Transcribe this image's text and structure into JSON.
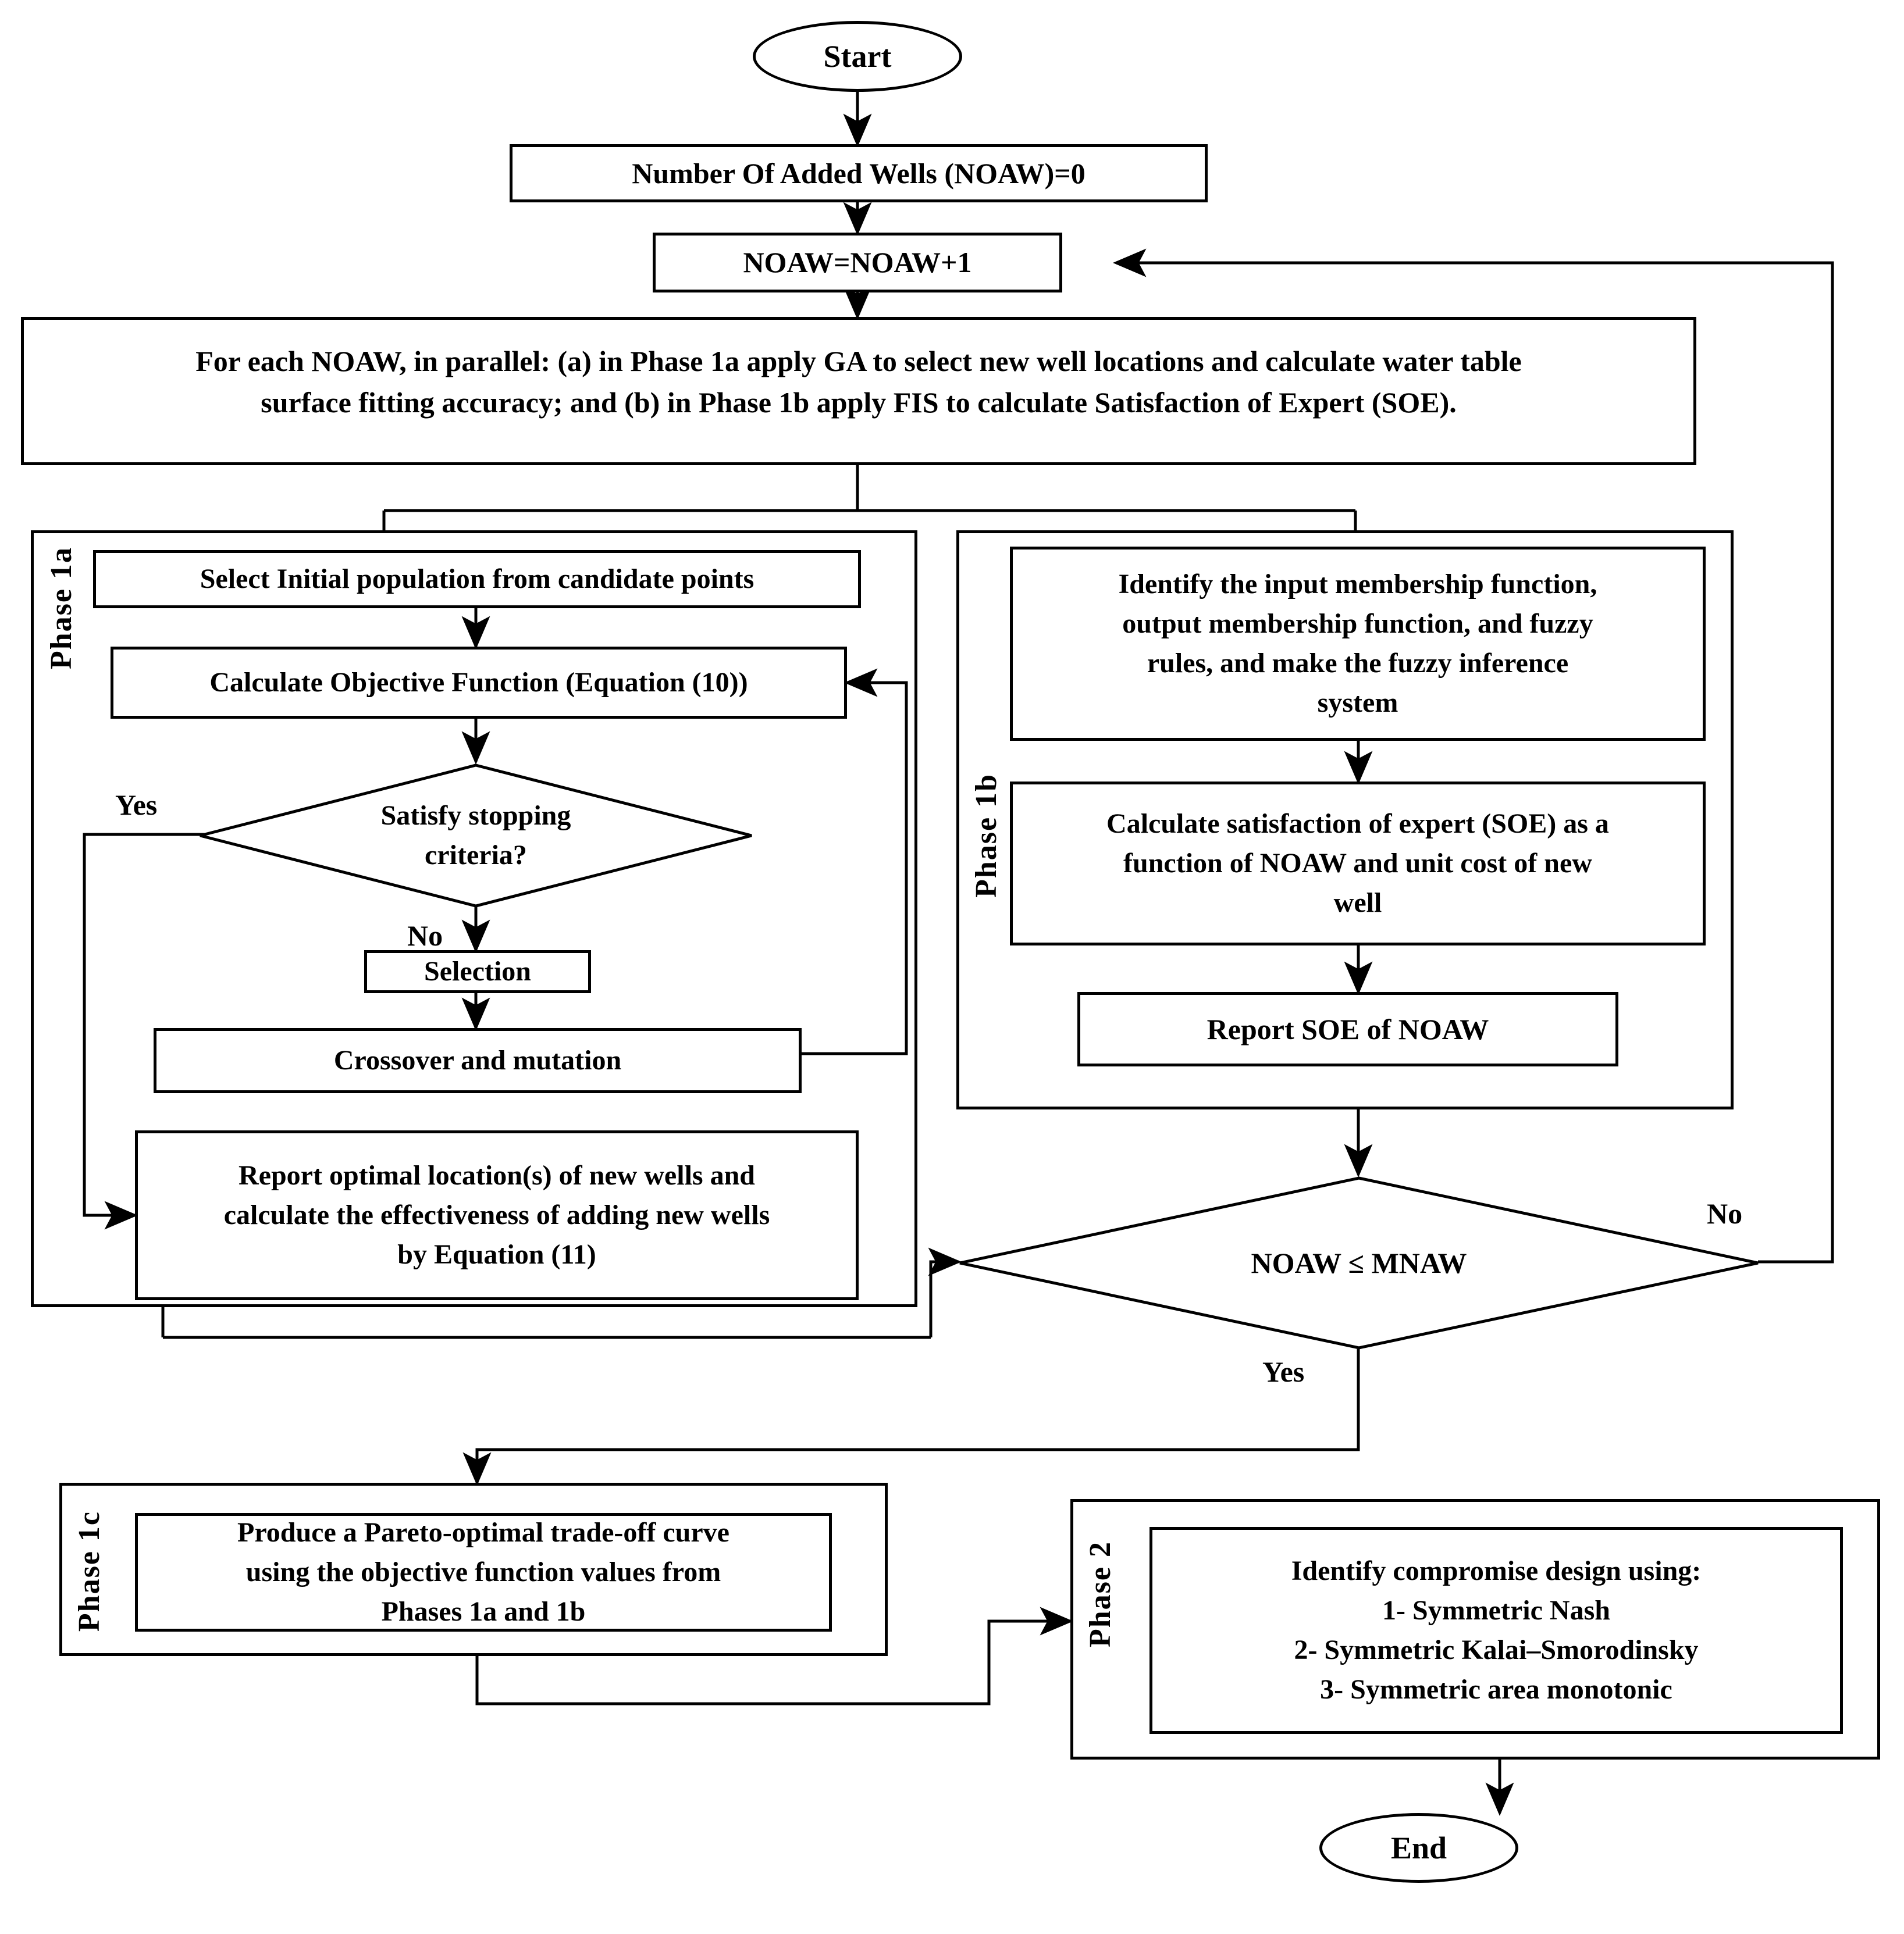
{
  "diagram": {
    "title": "Two-phase GA-FIS well placement optimization flowchart",
    "colors": {
      "stroke": "#000000",
      "fill": "#ffffff",
      "text": "#000000"
    }
  },
  "nodes": {
    "start": {
      "label": "Start",
      "shape": "ellipse"
    },
    "init_noaw": {
      "label": "Number Of Added Wells (NOAW)=0",
      "shape": "process"
    },
    "increment_noaw": {
      "label": "NOAW=NOAW+1",
      "shape": "process"
    },
    "parallel_note": {
      "label": "For each NOAW, in parallel: (a) in Phase 1a apply GA to select new well locations and calculate water table\nsurface fitting accuracy; and (b) in Phase 1b apply FIS to calculate Satisfaction of Expert (SOE).",
      "shape": "process"
    },
    "select_population": {
      "label": "Select Initial population from candidate points",
      "shape": "process"
    },
    "calc_objective": {
      "label": "Calculate Objective Function (Equation (10))",
      "shape": "process"
    },
    "stopping_criteria": {
      "label": "Satisfy stopping\ncriteria?",
      "shape": "decision"
    },
    "selection": {
      "label": "Selection",
      "shape": "process"
    },
    "crossover_mutation": {
      "label": "Crossover  and mutation",
      "shape": "process"
    },
    "report_optimal": {
      "label": "Report optimal location(s) of new wells and\ncalculate the effectiveness of adding new wells\nby  Equation (11)",
      "shape": "process"
    },
    "identify_fis": {
      "label": "Identify the input membership function,\noutput membership function, and fuzzy\nrules, and make the fuzzy inference\nsystem",
      "shape": "process"
    },
    "calc_soe": {
      "label": "Calculate satisfaction of expert (SOE) as a\nfunction of NOAW and unit cost of new\nwell",
      "shape": "process"
    },
    "report_soe": {
      "label": "Report SOE of NOAW",
      "shape": "process"
    },
    "noaw_check": {
      "label": "NOAW ≤ MNAW",
      "shape": "decision"
    },
    "pareto_curve": {
      "label": "Produce a Pareto-optimal trade-off curve\nusing the objective function values from\nPhases 1a and 1b",
      "shape": "process"
    },
    "compromise_design": {
      "label": "Identify compromise design using:\n1- Symmetric Nash\n2- Symmetric Kalai–Smorodinsky\n3- Symmetric area monotonic",
      "shape": "process"
    },
    "end": {
      "label": "End",
      "shape": "ellipse"
    }
  },
  "groups": {
    "phase_1a": {
      "label": "Phase 1a"
    },
    "phase_1b": {
      "label": "Phase 1b"
    },
    "phase_1c": {
      "label": "Phase 1c"
    },
    "phase_2": {
      "label": "Phase 2"
    }
  },
  "edge_labels": {
    "stopping_yes": "Yes",
    "stopping_no": "No",
    "noaw_no": "No",
    "noaw_yes": "Yes"
  }
}
